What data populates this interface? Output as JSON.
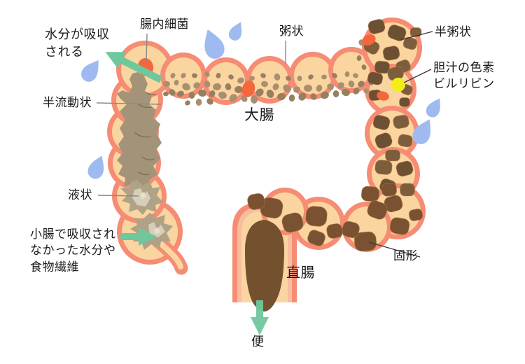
{
  "diagram_title_implied": "大腸",
  "labels": {
    "water_absorbed": {
      "line1": "水分が吸収",
      "line2": "される"
    },
    "gut_bacteria": {
      "line1": "腸内細菌"
    },
    "porridge": {
      "line1": "粥状"
    },
    "semi_porridge": {
      "line1": "半粥状"
    },
    "bile_pigment": {
      "line1": "胆汁の色素",
      "line2": "ビルリビン"
    },
    "semi_fluid": {
      "line1": "半流動状"
    },
    "liquid": {
      "line1": "液状"
    },
    "unabsorbed": {
      "line1": "小腸で吸収され",
      "line2": "なかった水分や",
      "line3": "食物繊維"
    },
    "large_intestine": {
      "line1": "大腸"
    },
    "rectum": {
      "line1": "直腸"
    },
    "solid": {
      "line1": "固形"
    },
    "stool": {
      "line1": "便"
    }
  },
  "palette": {
    "wall_coral": "#F58C73",
    "lumen_peach": "#FBD5A0",
    "rectum_inner_band": "#F8BD9E",
    "semifluid_gray": "#A39378",
    "liquid_gray": "#AFA287",
    "liquid_light": "#D7CEB9",
    "stool_brown": "#74512E",
    "bacteria_orange": "#F4663C",
    "bilirubin_yellow": "#F4EE15",
    "droplet_blue": "#9FBAF0",
    "arrow_green": "#6FC79C",
    "text_black": "#1B1B1B"
  },
  "figure": {
    "speckle_colors": [
      "#A88F71",
      "#97805F"
    ],
    "speckles": [
      [
        238,
        120,
        5
      ],
      [
        246,
        132,
        5
      ],
      [
        252,
        118,
        4
      ],
      [
        258,
        134,
        5
      ],
      [
        266,
        124,
        6
      ],
      [
        274,
        136,
        5
      ],
      [
        281,
        122,
        5
      ],
      [
        289,
        133,
        6
      ],
      [
        296,
        120,
        5
      ],
      [
        303,
        134,
        5
      ],
      [
        310,
        124,
        6
      ],
      [
        300,
        145,
        5
      ],
      [
        284,
        146,
        5
      ],
      [
        268,
        147,
        4
      ],
      [
        318,
        136,
        6
      ],
      [
        326,
        124,
        5
      ],
      [
        333,
        140,
        6
      ],
      [
        341,
        128,
        6
      ],
      [
        349,
        141,
        5
      ],
      [
        357,
        130,
        5
      ],
      [
        344,
        115,
        5
      ],
      [
        330,
        110,
        4
      ],
      [
        363,
        142,
        6
      ],
      [
        371,
        132,
        6
      ],
      [
        378,
        120,
        5
      ],
      [
        386,
        134,
        6
      ],
      [
        394,
        124,
        5
      ],
      [
        402,
        138,
        6
      ],
      [
        410,
        126,
        6
      ],
      [
        417,
        140,
        5
      ],
      [
        424,
        128,
        5
      ],
      [
        412,
        112,
        4
      ],
      [
        396,
        110,
        5
      ],
      [
        432,
        138,
        6
      ],
      [
        440,
        126,
        6
      ],
      [
        448,
        138,
        5
      ],
      [
        456,
        126,
        5
      ],
      [
        464,
        136,
        6
      ],
      [
        472,
        124,
        5
      ],
      [
        480,
        134,
        5
      ],
      [
        487,
        122,
        5
      ],
      [
        494,
        132,
        6
      ],
      [
        502,
        120,
        5
      ],
      [
        509,
        130,
        5
      ],
      [
        463,
        110,
        4
      ],
      [
        478,
        108,
        4
      ],
      [
        496,
        106,
        4
      ],
      [
        516,
        120,
        5
      ],
      [
        523,
        130,
        4
      ],
      [
        530,
        118,
        4
      ],
      [
        262,
        108,
        4
      ],
      [
        278,
        108,
        4
      ],
      [
        296,
        106,
        4
      ],
      [
        312,
        108,
        4
      ],
      [
        360,
        112,
        4
      ],
      [
        376,
        108,
        4
      ],
      [
        428,
        112,
        4
      ],
      [
        444,
        110,
        4
      ],
      [
        508,
        108,
        4
      ],
      [
        520,
        96,
        4
      ],
      [
        247,
        108,
        4
      ],
      [
        237,
        134,
        4
      ],
      [
        517,
        61,
        5
      ],
      [
        513,
        83,
        4
      ]
    ],
    "chunk_colors": [
      "#6C5033",
      "#7D5E3C",
      "#7A5232"
    ],
    "chunk_stroke": "#C47C45",
    "chunks": [
      [
        538,
        38,
        23,
        19,
        -15,
        0
      ],
      [
        567,
        47,
        25,
        20,
        20,
        0
      ],
      [
        531,
        67,
        21,
        18,
        30,
        1
      ],
      [
        559,
        76,
        23,
        19,
        -10,
        0
      ],
      [
        586,
        62,
        19,
        16,
        15,
        1
      ],
      [
        546,
        96,
        21,
        17,
        5,
        0
      ],
      [
        576,
        95,
        20,
        17,
        -20,
        1
      ],
      [
        594,
        46,
        16,
        13,
        0,
        1
      ],
      [
        536,
        112,
        21,
        17,
        10,
        0
      ],
      [
        565,
        105,
        22,
        18,
        -15,
        1
      ],
      [
        536,
        136,
        18,
        15,
        -5,
        0
      ],
      [
        581,
        128,
        16,
        14,
        20,
        1
      ],
      [
        578,
        146,
        15,
        13,
        0,
        0
      ],
      [
        545,
        175,
        23,
        19,
        15,
        0
      ],
      [
        573,
        174,
        22,
        18,
        -10,
        1
      ],
      [
        548,
        201,
        23,
        20,
        -20,
        0
      ],
      [
        579,
        201,
        20,
        17,
        10,
        1
      ],
      [
        561,
        222,
        21,
        16,
        0,
        1
      ],
      [
        548,
        239,
        24,
        20,
        5,
        1
      ],
      [
        578,
        241,
        23,
        20,
        -15,
        0
      ],
      [
        554,
        266,
        22,
        19,
        20,
        0
      ],
      [
        582,
        271,
        21,
        18,
        0,
        1
      ],
      [
        556,
        271,
        21,
        18,
        -5,
        2
      ],
      [
        529,
        277,
        25,
        21,
        5,
        2
      ],
      [
        562,
        291,
        25,
        22,
        -15,
        2
      ],
      [
        594,
        307,
        19,
        16,
        -10,
        2
      ],
      [
        571,
        323,
        27,
        23,
        10,
        2
      ],
      [
        539,
        300,
        27,
        24,
        20,
        2
      ],
      [
        522,
        345,
        31,
        27,
        -5,
        2
      ],
      [
        501,
        328,
        24,
        22,
        15,
        2
      ],
      [
        478,
        330,
        22,
        20,
        -10,
        2
      ],
      [
        452,
        340,
        24,
        20,
        20,
        2
      ],
      [
        452,
        309,
        30,
        28,
        5,
        2
      ],
      [
        418,
        318,
        29,
        26,
        -15,
        2
      ],
      [
        388,
        297,
        31,
        28,
        10,
        2
      ],
      [
        366,
        288,
        24,
        22,
        -10,
        2
      ]
    ]
  }
}
